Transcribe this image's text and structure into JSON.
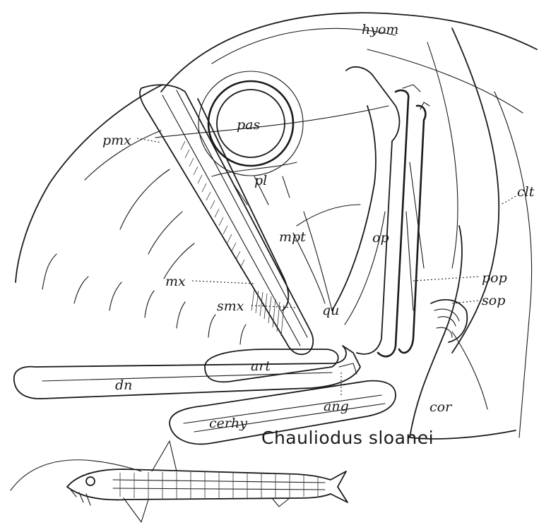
{
  "figure": {
    "species_name": "Chauliodus sloanei",
    "labels": {
      "hyom": "hyom",
      "pas": "pas",
      "pmx": "pmx",
      "pl": "pl",
      "clt": "clt",
      "mpt": "mpt",
      "op": "op",
      "pop": "pop",
      "mx": "mx",
      "sop": "sop",
      "smx": "smx",
      "qu": "qu",
      "art": "art",
      "dn": "dn",
      "ang": "ang",
      "cor": "cor",
      "cerhy": "cerhy"
    }
  }
}
